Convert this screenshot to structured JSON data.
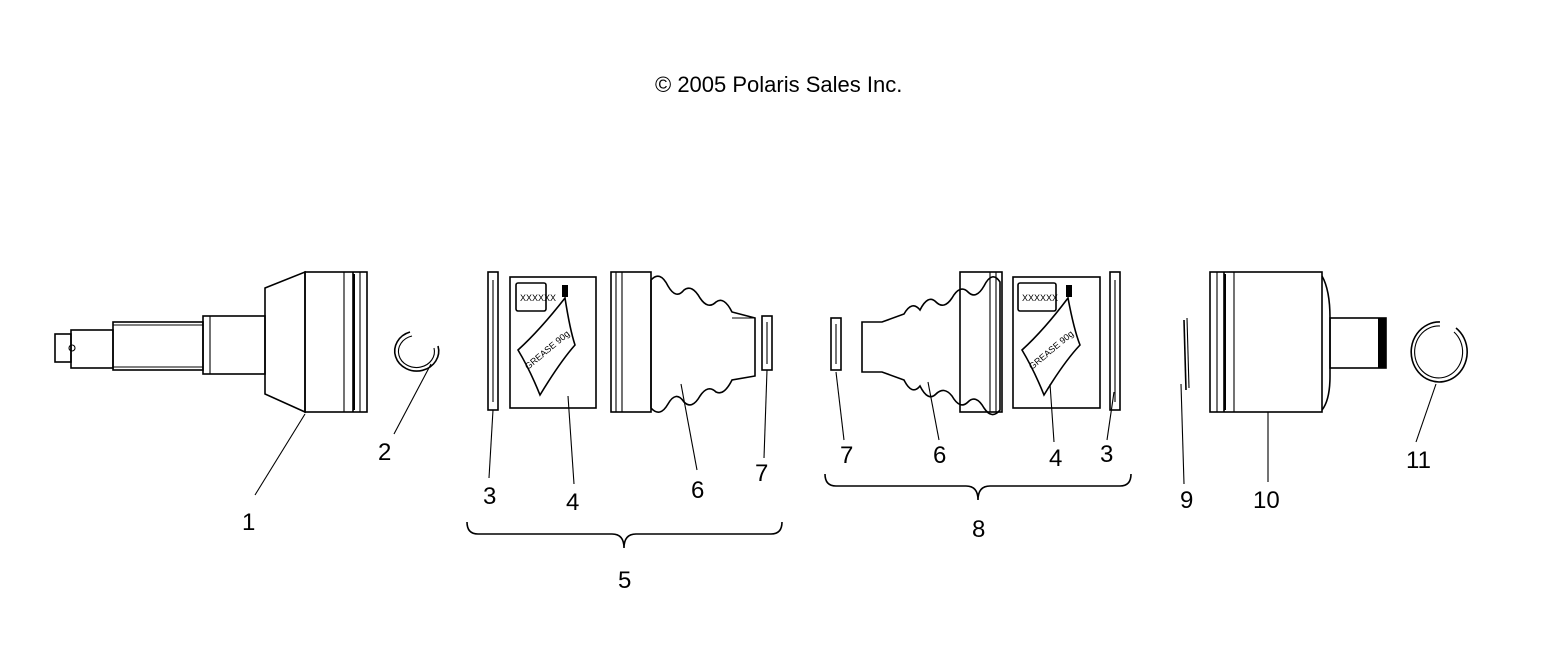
{
  "copyright": "© 2005 Polaris Sales Inc.",
  "package_label": "GREASE 90g",
  "callouts": {
    "c1": "1",
    "c2": "2",
    "c3a": "3",
    "c4a": "4",
    "c6a": "6",
    "c7a": "7",
    "c5": "5",
    "c7b": "7",
    "c6b": "6",
    "c4b": "4",
    "c3b": "3",
    "c8": "8",
    "c9": "9",
    "c10": "10",
    "c11": "11"
  }
}
